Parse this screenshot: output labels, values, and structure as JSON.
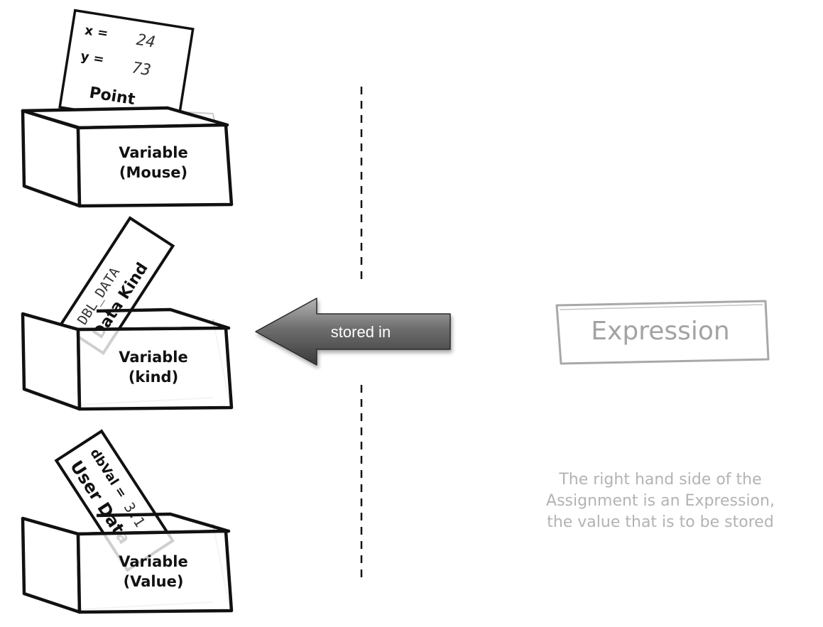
{
  "colors": {
    "ink": "#111111",
    "faded_ink": "#9e9e9e",
    "note": "#b3b3b3",
    "arrow_dark": "#3f3f3f",
    "arrow_light": "#8a8a8a",
    "background": "#ffffff"
  },
  "boxes": [
    {
      "label_line1": "Variable",
      "label_line2": "(Mouse)",
      "card": {
        "type": "Point",
        "fields": [
          {
            "name": "x =",
            "value": "24"
          },
          {
            "name": "y =",
            "value": "73"
          }
        ]
      }
    },
    {
      "label_line1": "Variable",
      "label_line2": "(kind)",
      "card": {
        "value": "DBL_DATA",
        "type": "Data Kind"
      }
    },
    {
      "label_line1": "Variable",
      "label_line2": "(Value)",
      "card": {
        "field_name": "dbVal =",
        "field_value": "3.1",
        "type": "User Data"
      }
    }
  ],
  "arrow": {
    "label": "stored in"
  },
  "expression": {
    "label": "Expression",
    "note_lines": [
      "The right hand side of the",
      "Assignment is an Expression,",
      "the value that is to be stored"
    ]
  }
}
